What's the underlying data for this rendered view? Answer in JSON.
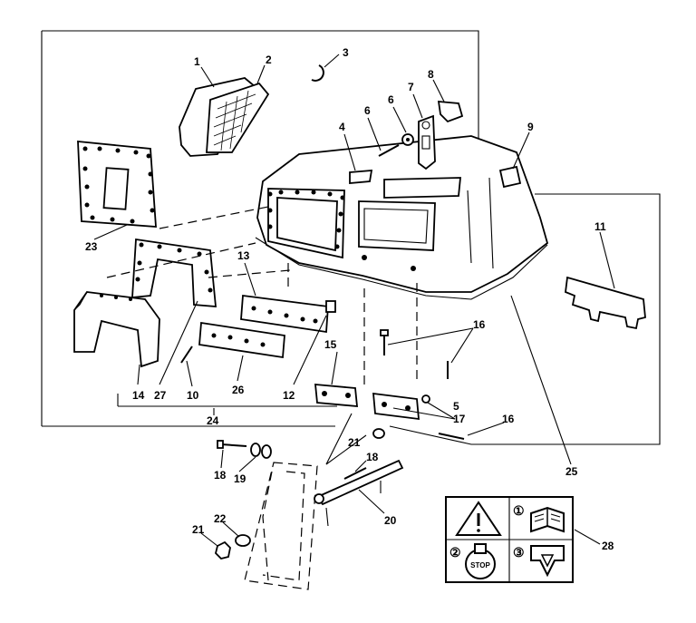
{
  "diagram": {
    "callouts": [
      {
        "id": "c1",
        "text": "1"
      },
      {
        "id": "c2",
        "text": "2"
      },
      {
        "id": "c3",
        "text": "3"
      },
      {
        "id": "c4",
        "text": "4"
      },
      {
        "id": "c5",
        "text": "5"
      },
      {
        "id": "c6a",
        "text": "6"
      },
      {
        "id": "c6b",
        "text": "6"
      },
      {
        "id": "c7",
        "text": "7"
      },
      {
        "id": "c8",
        "text": "8"
      },
      {
        "id": "c9",
        "text": "9"
      },
      {
        "id": "c10",
        "text": "10"
      },
      {
        "id": "c11",
        "text": "11"
      },
      {
        "id": "c12",
        "text": "12"
      },
      {
        "id": "c13",
        "text": "13"
      },
      {
        "id": "c14",
        "text": "14"
      },
      {
        "id": "c15",
        "text": "15"
      },
      {
        "id": "c16a",
        "text": "16"
      },
      {
        "id": "c16b",
        "text": "16"
      },
      {
        "id": "c17",
        "text": "17"
      },
      {
        "id": "c18a",
        "text": "18"
      },
      {
        "id": "c18b",
        "text": "18"
      },
      {
        "id": "c19",
        "text": "19"
      },
      {
        "id": "c20",
        "text": "20"
      },
      {
        "id": "c21a",
        "text": "21"
      },
      {
        "id": "c21b",
        "text": "21"
      },
      {
        "id": "c22",
        "text": "22"
      },
      {
        "id": "c23",
        "text": "23"
      },
      {
        "id": "c24",
        "text": "24"
      },
      {
        "id": "c25",
        "text": "25"
      },
      {
        "id": "c26",
        "text": "26"
      },
      {
        "id": "c27",
        "text": "27"
      },
      {
        "id": "c28",
        "text": "28"
      }
    ],
    "decal": {
      "warning_icon": "warning-triangle-icon",
      "panel1_number": "①",
      "manual_icon": "manual-book-icon",
      "panel2_number": "②",
      "stop_text": "STOP",
      "panel3_number": "③",
      "arrow_icon": "down-arrow-icon"
    }
  }
}
